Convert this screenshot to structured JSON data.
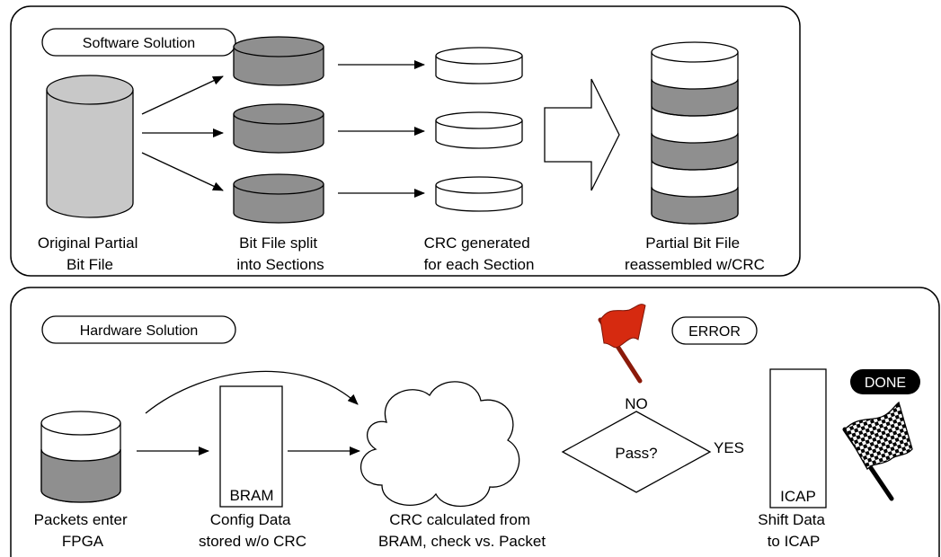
{
  "software": {
    "badge": "Software Solution",
    "original_label": [
      "Original Partial",
      "Bit File"
    ],
    "split_label": [
      "Bit File split",
      "into Sections"
    ],
    "crc_label": [
      "CRC generated",
      "for each Section"
    ],
    "reassembled_label": [
      "Partial Bit File",
      "reassembled w/CRC"
    ]
  },
  "hardware": {
    "badge": "Hardware Solution",
    "packets_label": [
      "Packets enter",
      "FPGA"
    ],
    "config_label": [
      "Config Data",
      "stored w/o CRC"
    ],
    "bram": "BRAM",
    "crc_label": [
      "CRC calculated from",
      "BRAM, check vs.  Packet"
    ],
    "decision": "Pass?",
    "no": "NO",
    "yes": "YES",
    "error": "ERROR",
    "icap": "ICAP",
    "shift_label": [
      "Shift Data",
      "to ICAP"
    ],
    "done": "DONE"
  },
  "colors": {
    "light_gray": "#c8c8c8",
    "dark_gray": "#8f8f8f",
    "flag_red": "#d62a10",
    "pole_red": "#8b1a0a",
    "ink": "#000000"
  }
}
